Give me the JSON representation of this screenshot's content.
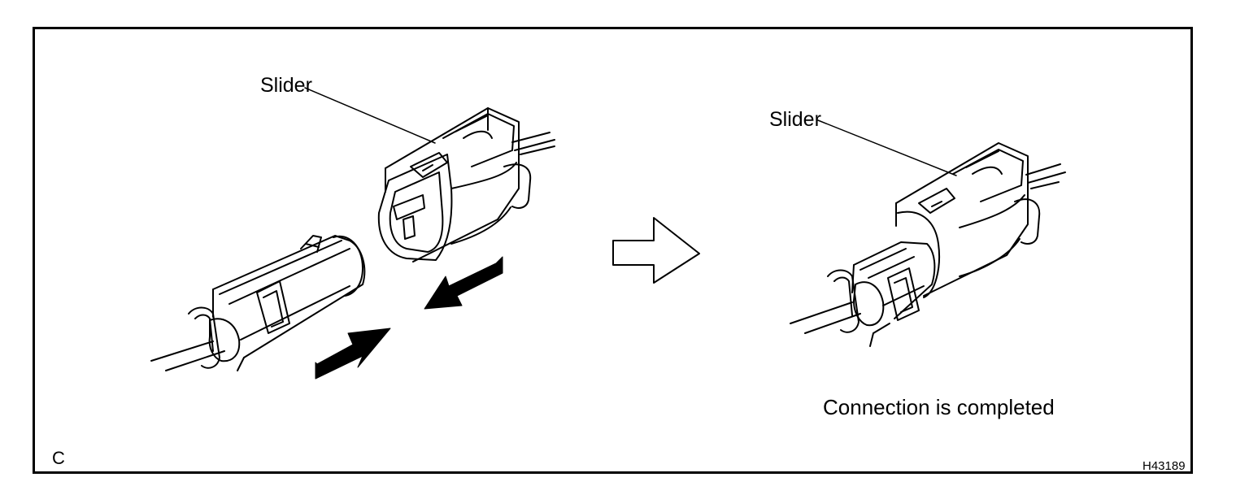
{
  "figure": {
    "left_panel": {
      "slider_label": "Slider"
    },
    "right_panel": {
      "slider_label": "Slider",
      "caption": "Connection is completed"
    },
    "corner_label": "C",
    "figure_id": "H43189",
    "icons": [
      "connector-icon",
      "arrow-right-outline-icon",
      "arrow-solid-icon"
    ],
    "colors": {
      "line": "#000000",
      "background": "#ffffff"
    }
  }
}
